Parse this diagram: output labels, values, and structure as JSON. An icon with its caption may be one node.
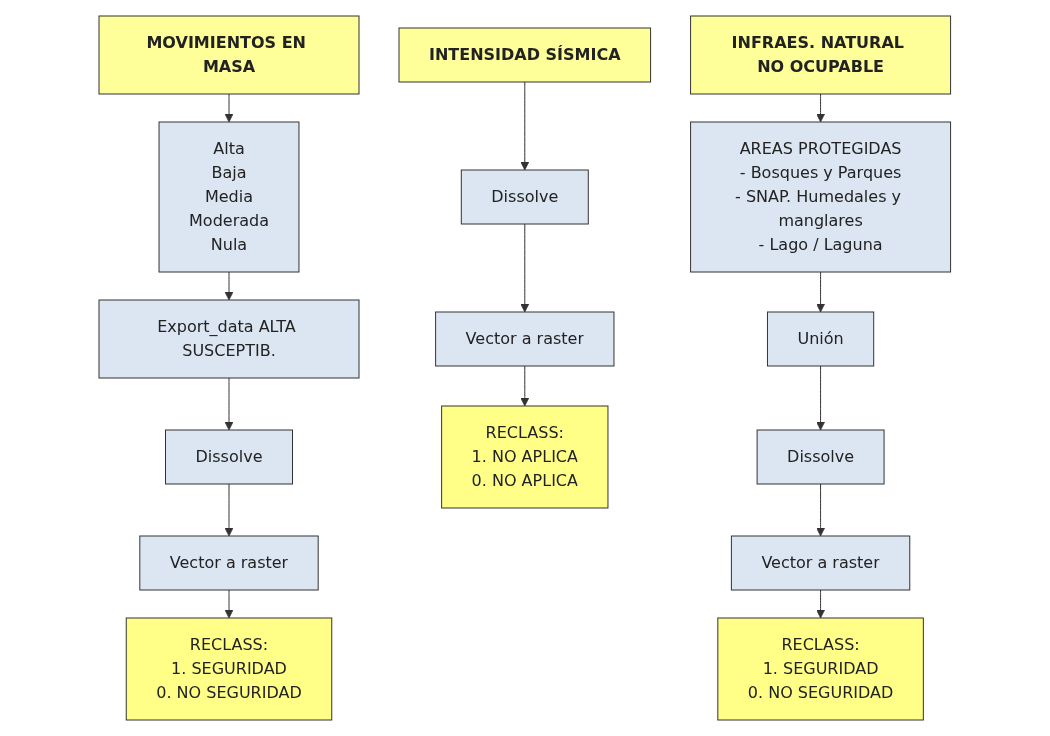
{
  "diagram": {
    "nodes": [
      {
        "text": [
          "MOVIMIENTOS EN MASA"
        ]
      },
      {
        "text": [
          "Alta",
          "Baja",
          "Media",
          "Moderada",
          "Nula"
        ]
      },
      {
        "text": [
          "Export_data ALTA SUSCEPTIB."
        ]
      },
      {
        "text": [
          "Dissolve"
        ]
      },
      {
        "text": [
          "Vector a raster"
        ]
      },
      {
        "text": [
          "RECLASS:",
          "1. SEGURIDAD",
          "0. NO SEGURIDAD"
        ]
      },
      {
        "text": [
          "INTENSIDAD SÍSMICA"
        ]
      },
      {
        "text": [
          "Dissolve"
        ]
      },
      {
        "text": [
          "Vector a raster"
        ]
      },
      {
        "text": [
          "RECLASS:",
          "1. NO APLICA",
          "0. NO APLICA"
        ]
      },
      {
        "text": [
          "INFRAES. NATURAL NO OCUPABLE"
        ]
      },
      {
        "text": [
          "AREAS PROTEGIDAS",
          "- Bosques y Parques",
          "- SNAP. Humedales y manglares",
          "- Lago / Laguna"
        ]
      },
      {
        "text": [
          "Unión"
        ]
      },
      {
        "text": [
          "Dissolve"
        ]
      },
      {
        "text": [
          "Vector a raster"
        ]
      },
      {
        "text": [
          "RECLASS:",
          "1. SEGURIDAD",
          "0. NO SEGURIDAD"
        ]
      }
    ],
    "edges": [
      {
        "from": 0,
        "to": 1,
        "arrow": "to"
      },
      {
        "from": 1,
        "to": 2,
        "arrow": "to"
      },
      {
        "from": 2,
        "to": 3,
        "arrow": "to"
      },
      {
        "from": 3,
        "to": 4,
        "arrow": "to"
      },
      {
        "from": 4,
        "to": 5,
        "arrow": "to"
      },
      {
        "from": 6,
        "to": 7,
        "arrow": "to"
      },
      {
        "from": 7,
        "to": 8,
        "arrow": "to"
      },
      {
        "from": 8,
        "to": 9,
        "arrow": "to"
      },
      {
        "from": 10,
        "to": 11,
        "arrow": "to"
      },
      {
        "from": 11,
        "to": 12,
        "arrow": "to"
      },
      {
        "from": 12,
        "to": 13,
        "arrow": "to"
      },
      {
        "from": 13,
        "to": 14,
        "arrow": "to"
      },
      {
        "from": 14,
        "to": 15,
        "arrow": "to"
      }
    ]
  }
}
